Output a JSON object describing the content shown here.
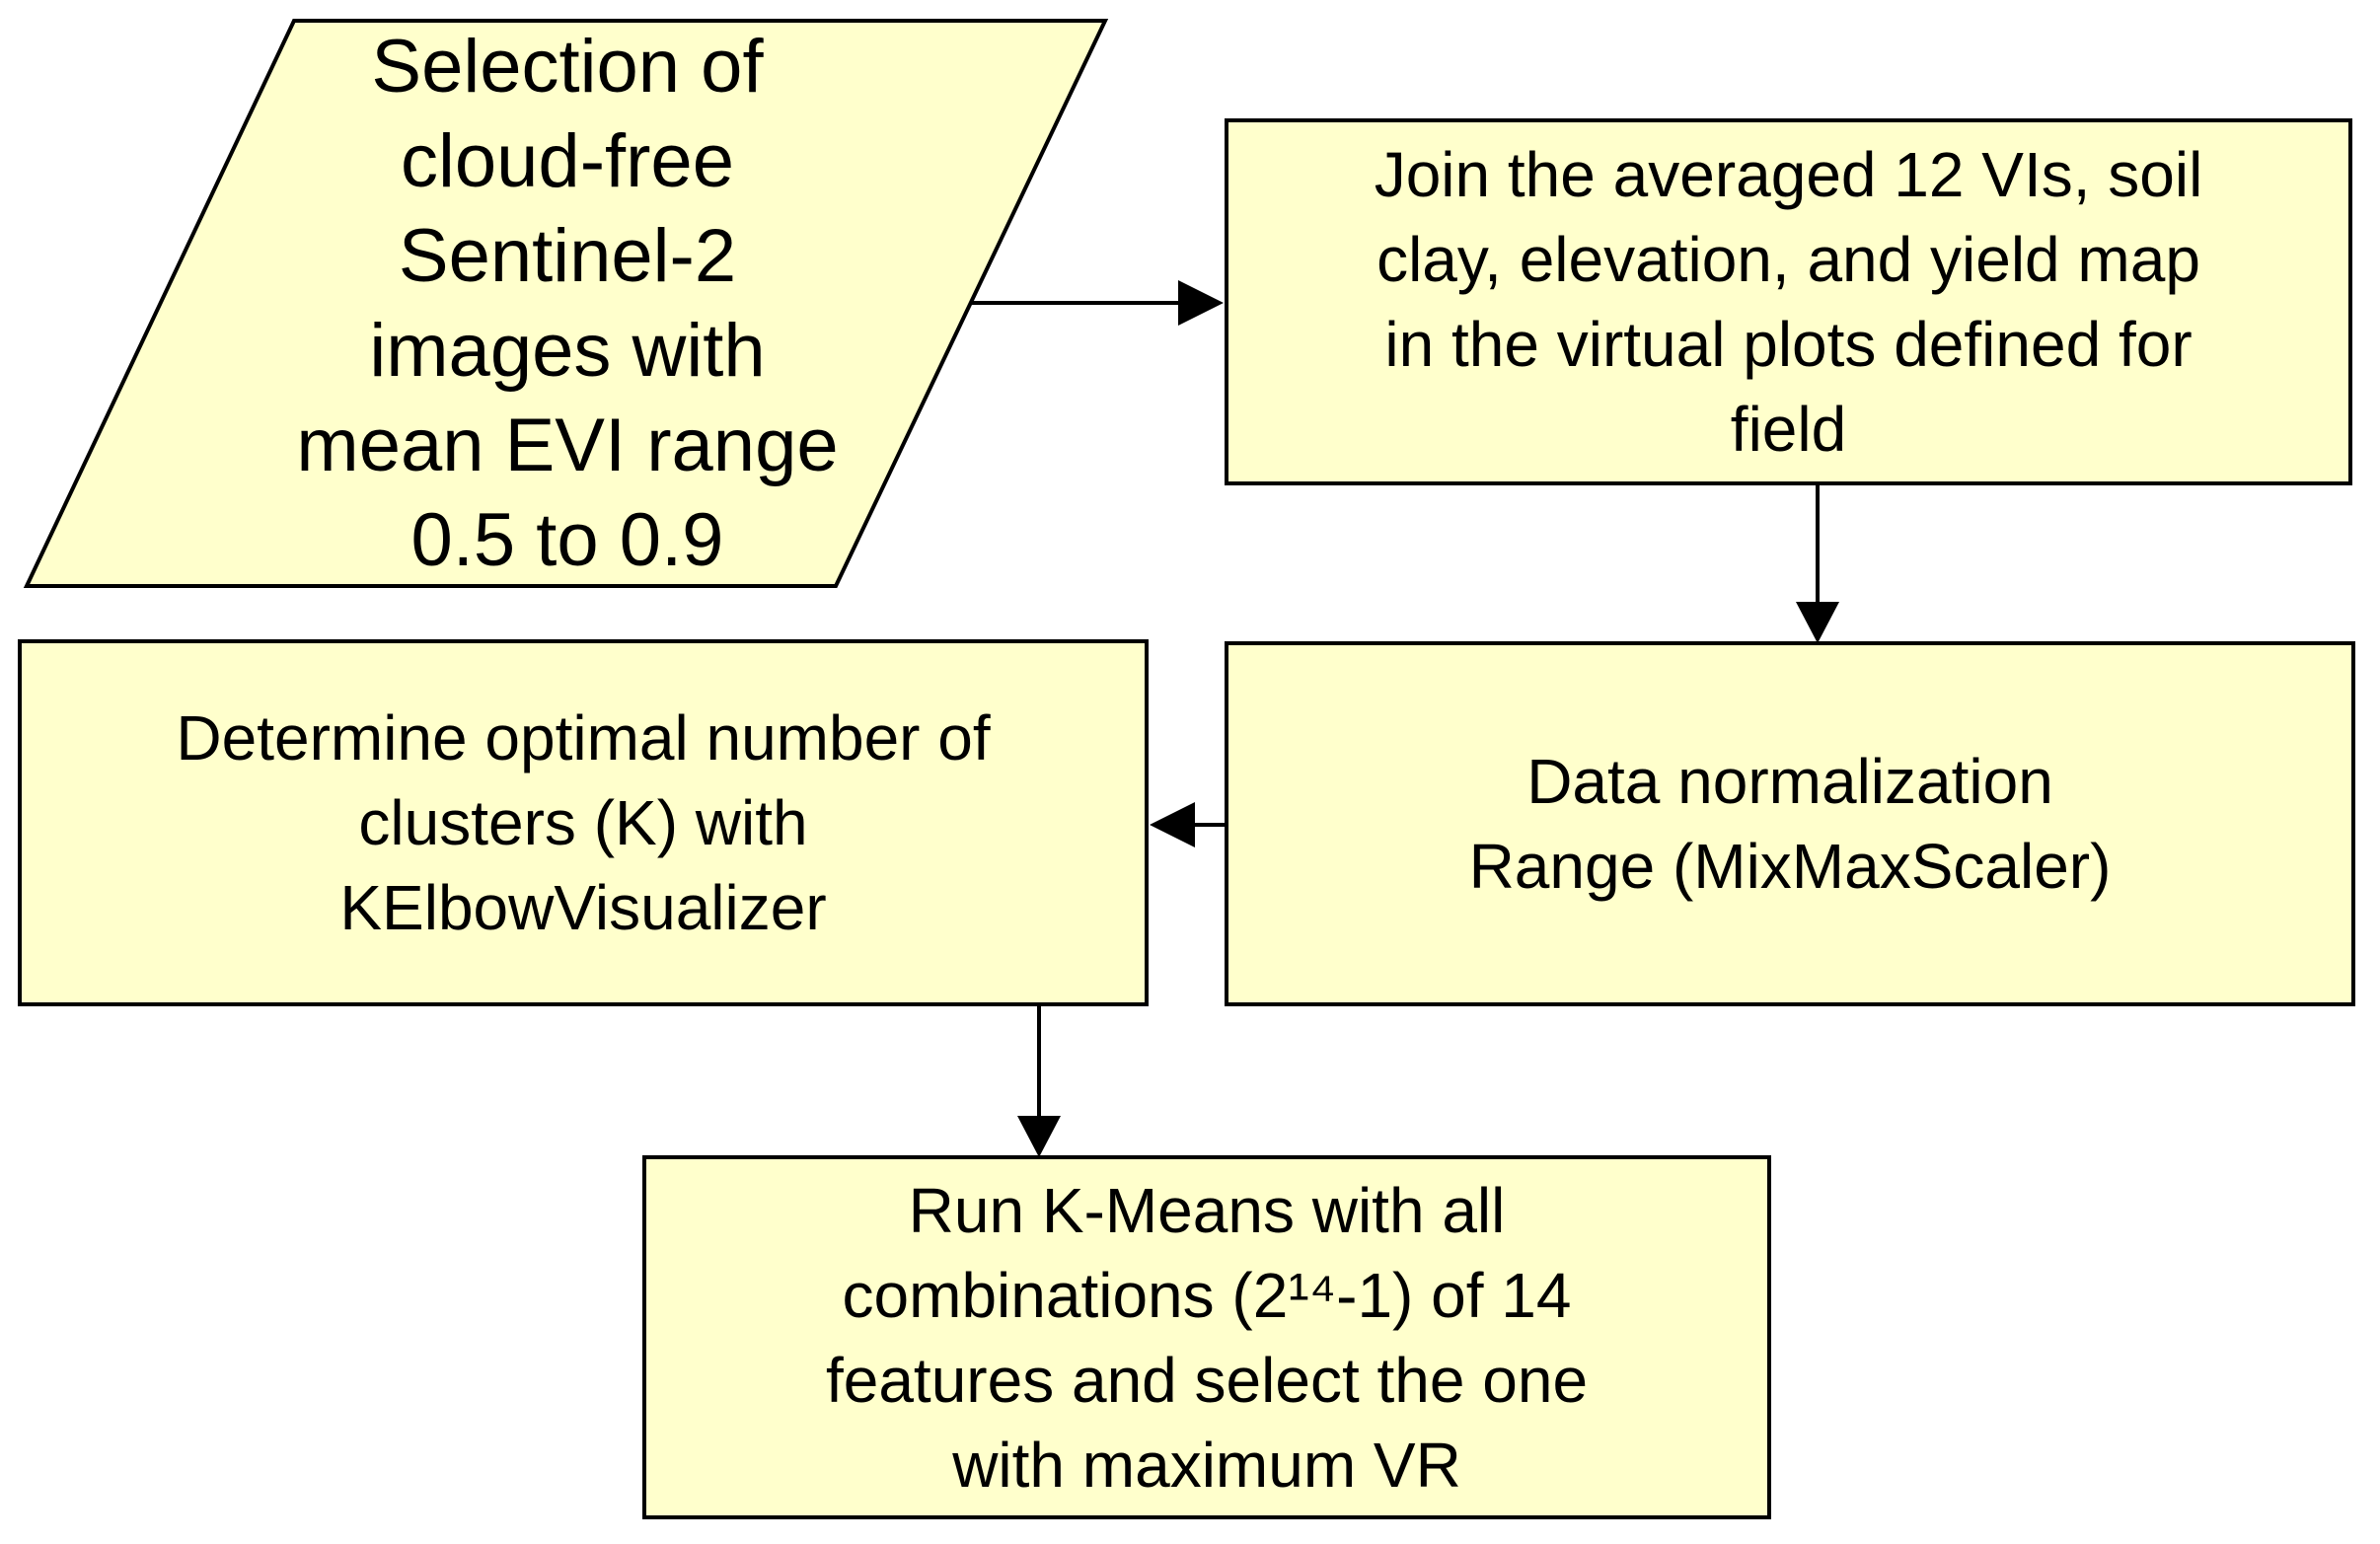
{
  "style": {
    "page_background": "#ffffff",
    "node_fill": "#ffffcc",
    "node_border": "#000000",
    "arrow_color": "#000000",
    "text_color": "#000000"
  },
  "flowchart": {
    "nodes": [
      {
        "id": "input-images",
        "shape": "parallelogram",
        "role": "input",
        "text": "Selection of\ncloud-free\nSentinel-2\nimages with\nmean EVI range\n0.5 to 0.9"
      },
      {
        "id": "join-features",
        "shape": "rectangle",
        "role": "process",
        "text": "Join the averaged 12 VIs, soil\nclay, elevation, and yield map\nin the virtual plots defined for\nfield"
      },
      {
        "id": "data-normalization",
        "shape": "rectangle",
        "role": "process",
        "text": "Data normalization\nRange (MixMaxScaler)"
      },
      {
        "id": "optimal-clusters",
        "shape": "rectangle",
        "role": "process",
        "text": "Determine optimal number of\nclusters (K) with\nKElbowVisualizer"
      },
      {
        "id": "run-kmeans",
        "shape": "rectangle",
        "role": "process",
        "text": "Run K-Means with all\ncombinations (2¹⁴-1) of 14\nfeatures and select the one\nwith maximum VR"
      }
    ],
    "edges": [
      {
        "from": "input-images",
        "to": "join-features",
        "direction": "right"
      },
      {
        "from": "join-features",
        "to": "data-normalization",
        "direction": "down"
      },
      {
        "from": "data-normalization",
        "to": "optimal-clusters",
        "direction": "left"
      },
      {
        "from": "optimal-clusters",
        "to": "run-kmeans",
        "direction": "down"
      }
    ]
  }
}
